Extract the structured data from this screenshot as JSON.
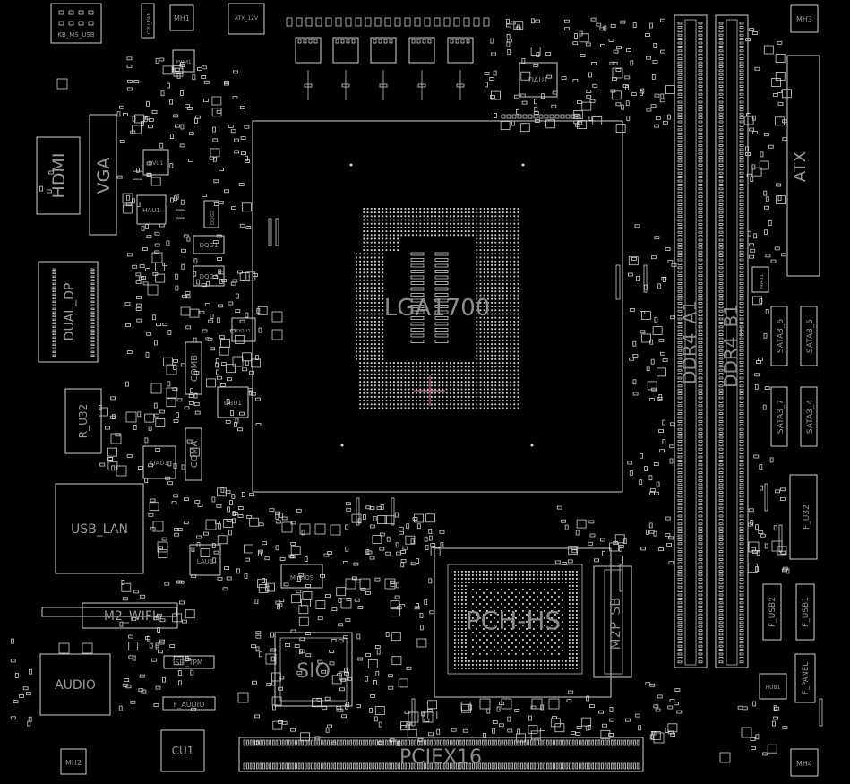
{
  "title": "",
  "labels": {
    "kb_ms_usb": "KB_MS_USB",
    "cpu_fan": "CPU_FAN",
    "mh1": "MH1",
    "mh2": "MH2",
    "mh3": "MH3",
    "mh4": "MH4",
    "atx_12v": "ATX_12V",
    "pwm1": "PWM1",
    "dau1": "DAU1",
    "dvu1": "DVU1",
    "hau1": "HAU1",
    "dqg2": "DQG2",
    "dqg1": "DQG1",
    "dqg3": "DQG3",
    "dqu1": "DQU1",
    "qbu1": "QBU1",
    "qau1": "QAU1",
    "hdmi": "HDMI",
    "vga": "VGA",
    "dual_dp": "DUAL_DP",
    "r_u32": "R_U32",
    "comb": "COMB",
    "coma": "COMA",
    "usb_lan": "USB_LAN",
    "lau1": "LAU1",
    "m_bios": "M_BIOS",
    "m2_wifi": "M2_WIFI",
    "spi_tpm": "SPI_TPM",
    "audio": "AUDIO",
    "f_audio": "F_AUDIO",
    "cu1": "CU1",
    "sio": "SIO",
    "pciex16": "PCIEX16",
    "lga1700": "LGA1700",
    "pch": "PCH-HS",
    "m2p_sb": "M2P_SB",
    "ddr4_a1": "DDR4_A1",
    "ddr4_b1": "DDR4_B1",
    "atx": "ATX",
    "mau1": "MAU1",
    "sata3_6": "SATA3_6",
    "sata3_5": "SATA3_5",
    "sata3_7": "SATA3_7",
    "sata3_4": "SATA3_4",
    "f_u32": "F_U32",
    "f_usb2": "F_USB2",
    "f_usb1": "F_USB1",
    "f_panel": "F_PANEL",
    "hub1": "HUB1"
  },
  "colors": {
    "background": "#000000",
    "outline": "#cfcfcf",
    "label": "#9a9a9a",
    "crosshair": "#e07a9a"
  }
}
